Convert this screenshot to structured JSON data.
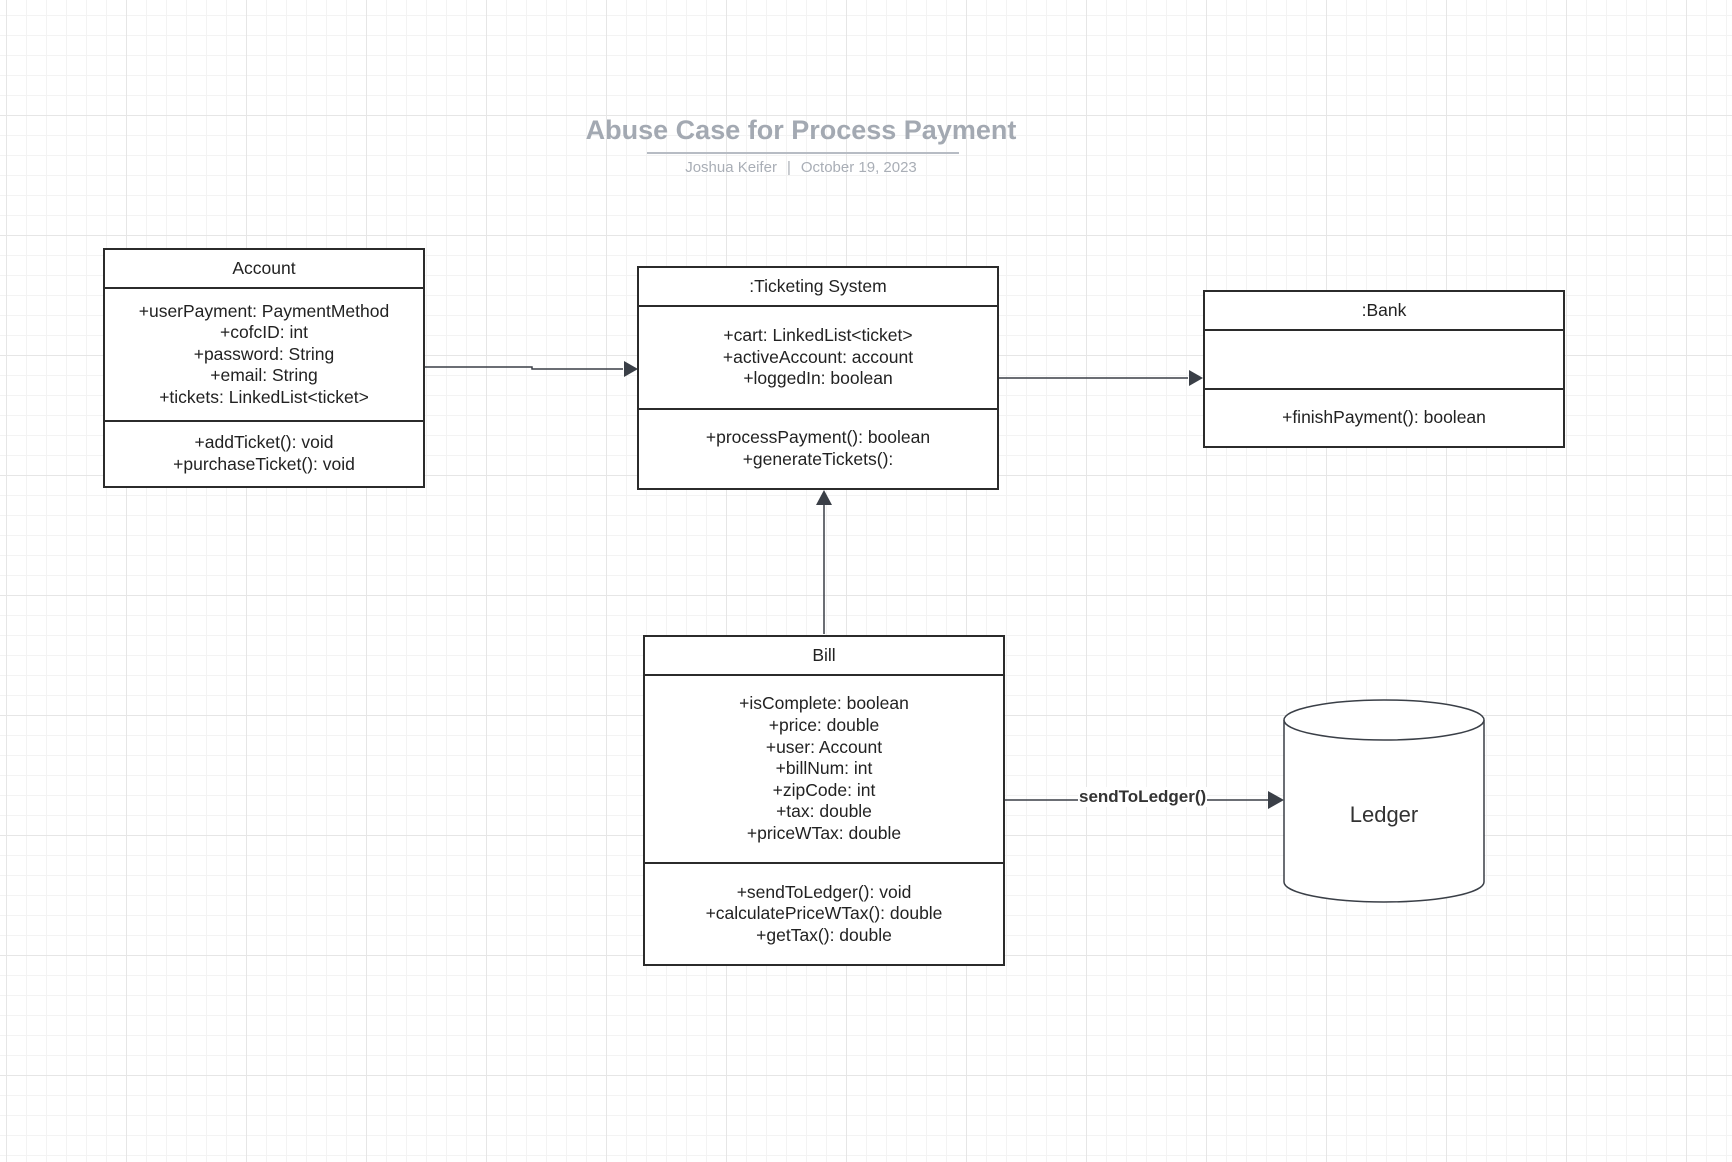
{
  "header": {
    "title": "Abuse Case for Process Payment",
    "author": "Joshua Keifer",
    "separator": "|",
    "date": "October 19, 2023"
  },
  "classes": {
    "account": {
      "name": "Account",
      "attributes": [
        "+userPayment: PaymentMethod",
        "+cofcID: int",
        "+password: String",
        "+email: String",
        "+tickets: LinkedList<ticket>"
      ],
      "methods": [
        "+addTicket(): void",
        "+purchaseTicket(): void"
      ]
    },
    "ticketing": {
      "name": ":Ticketing System",
      "attributes": [
        "+cart: LinkedList<ticket>",
        "+activeAccount: account",
        "+loggedIn: boolean"
      ],
      "methods": [
        "+processPayment(): boolean",
        "+generateTickets():"
      ]
    },
    "bank": {
      "name": ":Bank",
      "attributes": [],
      "methods": [
        "+finishPayment(): boolean"
      ]
    },
    "bill": {
      "name": "Bill",
      "attributes": [
        "+isComplete: boolean",
        "+price: double",
        "+user: Account",
        "+billNum: int",
        "+zipCode: int",
        "+tax: double",
        "+priceWTax: double"
      ],
      "methods": [
        "+sendToLedger(): void",
        "+calculatePriceWTax(): double",
        "+getTax(): double"
      ]
    }
  },
  "datastore": {
    "label": "Ledger"
  },
  "connectors": [
    {
      "from": "Account",
      "to": ":Ticketing System",
      "label": ""
    },
    {
      "from": ":Ticketing System",
      "to": ":Bank",
      "label": ""
    },
    {
      "from": "Bill",
      "to": ":Ticketing System",
      "label": ""
    },
    {
      "from": "Bill",
      "to": "Ledger",
      "label": "sendToLedger()"
    }
  ],
  "colors": {
    "line": "#3a3f47",
    "box_border": "#2b2b2b",
    "title": "#a3a9b2",
    "grid": "#e6e6e6"
  }
}
